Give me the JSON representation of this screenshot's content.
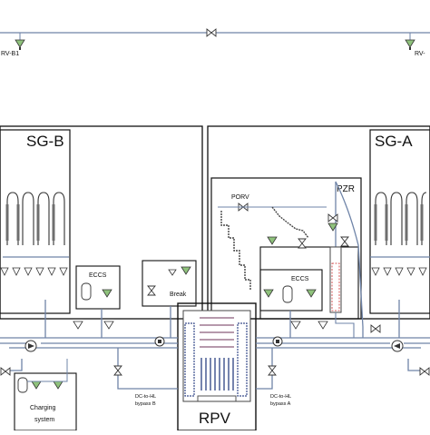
{
  "labels": {
    "rv_left": "RV-B1",
    "rv_right": "RV-",
    "sg_b": "SG-B",
    "sg_a": "SG-A",
    "pzr": "PZR",
    "porv": "PORV",
    "eccs_left": "ECCS",
    "eccs_right": "ECCS",
    "break": "Break",
    "rpv": "RPV",
    "charging_line1": "Charging",
    "charging_line2": "system",
    "dc_hl_b_line1": "DC-to-HL",
    "dc_hl_b_line2": "bypass B",
    "dc_hl_a_line1": "DC-to-HL",
    "dc_hl_a_line2": "bypass A"
  },
  "colors": {
    "pipe": "#6f84a8",
    "box": "#111111",
    "component": "#333333",
    "valve_fill": "#ffffff",
    "tank_fill": "#8fc27c",
    "rpv_core": "#3a4e8c",
    "pzr_heater": "#d65b5b"
  },
  "icons": {
    "valve": "valve-icon",
    "relief_valve": "relief-valve-icon",
    "pump": "pump-icon",
    "accumulator": "accumulator-tank-icon",
    "tube_bundle": "steam-generator-tube-icon"
  }
}
